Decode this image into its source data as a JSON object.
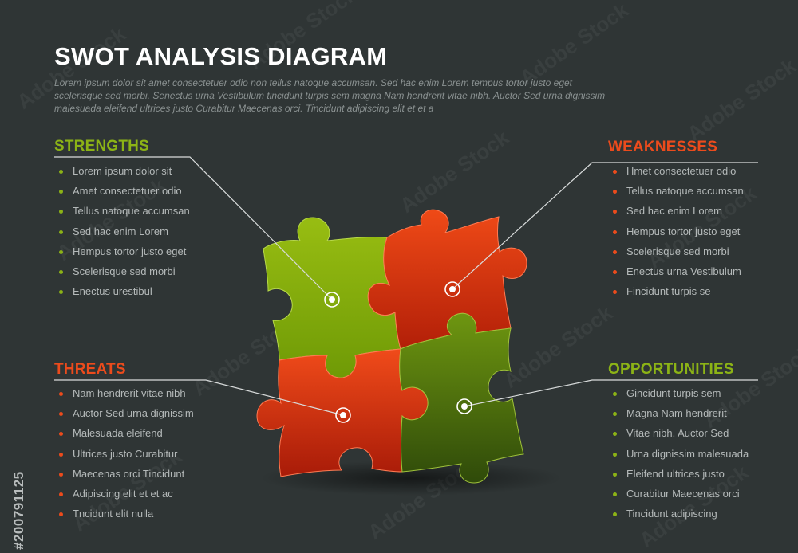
{
  "title": "SWOT ANALYSIS DIAGRAM",
  "description": "Lorem ipsum dolor sit amet consectetuer odio non tellus natoque accumsan. Sed hac enim Lorem tempus tortor justo eget scelerisque sed morbi. Senectus urna Vestibulum tincidunt turpis sem magna Nam hendrerit vitae nibh. Auctor Sed urna dignissim malesuada eleifend ultrices justo Curabitur Maecenas orci. Tincidunt adipiscing elit et et a",
  "watermark_text": "Adobe Stock",
  "stock_id": "#200791125",
  "colors": {
    "background": "#2f3535",
    "green": "#8cb316",
    "orange": "#ec4b1c",
    "text": "#b4b9b9"
  },
  "strengths": {
    "title": "STRENGTHS",
    "items": [
      "Lorem ipsum dolor sit",
      "Amet consectetuer odio",
      "Tellus natoque accumsan",
      "Sed hac enim Lorem",
      "Hempus tortor justo eget",
      "Scelerisque sed morbi",
      "Enectus urestibul"
    ]
  },
  "weaknesses": {
    "title": "WEAKNESSES",
    "items": [
      "Hmet consectetuer odio",
      "Tellus natoque accumsan",
      "Sed hac enim Lorem",
      "Hempus tortor justo eget",
      "Scelerisque sed morbi",
      "Enectus urna Vestibulum",
      "Fincidunt turpis se"
    ]
  },
  "threats": {
    "title": "THREATS",
    "items": [
      "Nam hendrerit vitae nibh",
      "Auctor Sed urna dignissim",
      "Malesuada eleifend",
      "Ultrices justo Curabitur",
      "Maecenas orci Tincidunt",
      "Adipiscing elit et et ac",
      "Tncidunt elit nulla"
    ]
  },
  "opportunities": {
    "title": "OPPORTUNITIES",
    "items": [
      "Gincidunt turpis sem",
      "Magna Nam hendrerit",
      "Vitae nibh. Auctor Sed",
      "Urna dignissim malesuada",
      "Eleifend ultrices justo",
      "Curabitur Maecenas orci",
      "Tincidunt adipiscing"
    ]
  }
}
